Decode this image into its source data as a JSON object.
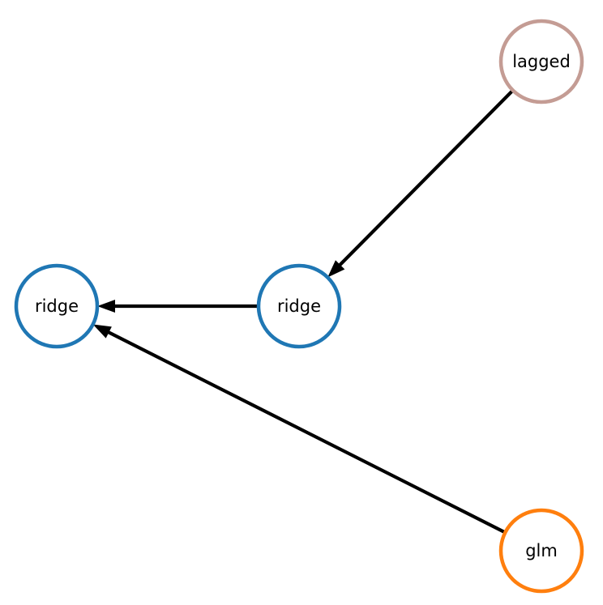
{
  "graph": {
    "nodes": [
      {
        "id": "ridge_left",
        "label": "ridge",
        "color": "#1f77b4"
      },
      {
        "id": "ridge_mid",
        "label": "ridge",
        "color": "#1f77b4"
      },
      {
        "id": "lagged",
        "label": "lagged",
        "color": "#c49c94"
      },
      {
        "id": "glm",
        "label": "glm",
        "color": "#ff7f0e"
      }
    ],
    "edges": [
      {
        "from": "lagged",
        "to": "ridge_mid"
      },
      {
        "from": "ridge_mid",
        "to": "ridge_left"
      },
      {
        "from": "glm",
        "to": "ridge_left"
      }
    ],
    "edge_color": "#000000",
    "directed": true
  }
}
